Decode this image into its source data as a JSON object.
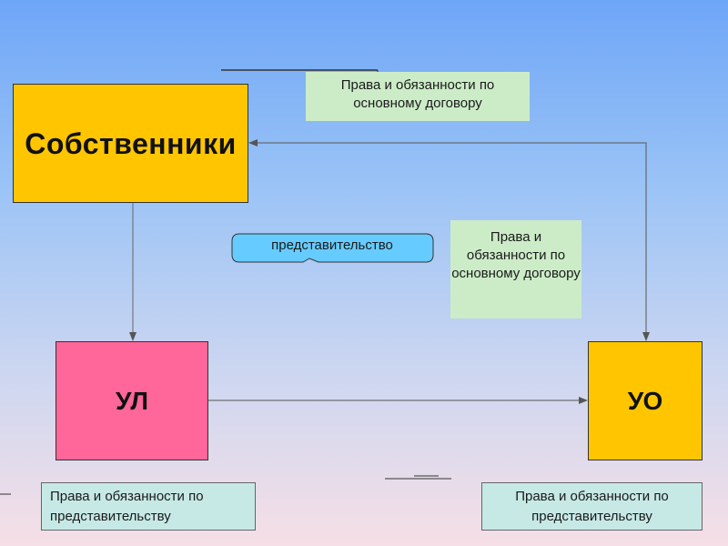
{
  "nodes": {
    "owner": "Собственники",
    "ul": "УЛ",
    "uo": "УО"
  },
  "notes": {
    "top": "Права и обязанности по основному договору",
    "middle": "Права и обязанности по основному договору",
    "ul_bottom": "Права и обязанности по представительству",
    "uo_bottom": "Права и обязанности по представительству"
  },
  "callout": "представительство",
  "colors": {
    "owner_fill": "#ffc600",
    "ul_fill": "#ff6699",
    "uo_fill": "#ffc600",
    "note_green": "#ccecc8",
    "note_teal": "#c6e9e6",
    "callout_fill": "#66ccff"
  }
}
